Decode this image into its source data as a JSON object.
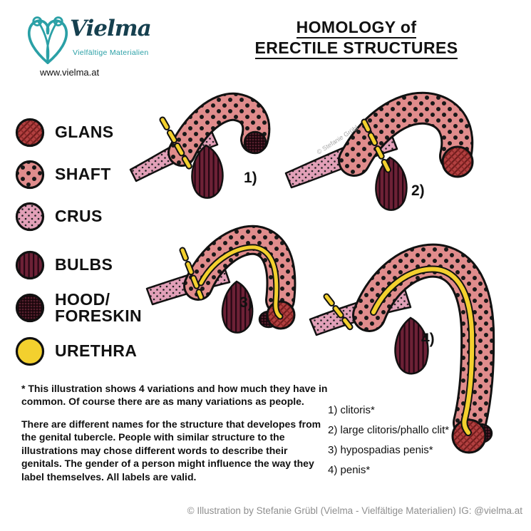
{
  "brand": {
    "name": "Vielma",
    "tagline": "Vielfältige Materialien",
    "url": "www.vielma.at"
  },
  "title": {
    "line1": "HOMOLOGY of",
    "line2": "ERECTILE STRUCTURES"
  },
  "legend": {
    "items": [
      {
        "id": "glans",
        "label": "GLANS"
      },
      {
        "id": "shaft",
        "label": "SHAFT"
      },
      {
        "id": "crus",
        "label": "CRUS"
      },
      {
        "id": "bulbs",
        "label": "BULBS"
      },
      {
        "id": "hood",
        "label": "HOOD/\nFORESKIN"
      },
      {
        "id": "urethra",
        "label": "URETHRA"
      }
    ]
  },
  "figures": [
    {
      "label": "1)"
    },
    {
      "label": "2)"
    },
    {
      "label": "3)"
    },
    {
      "label": "4)"
    }
  ],
  "watermark": "© Stefanie Grübl",
  "footnote": {
    "para1": "* This illustration shows 4 variations and how much they have in common. Of course there are as many variations as people.",
    "para2": "There are different names for the structure that developes from the genital tubercle. People with similar structure to the illustrations may chose different words to describe their genitals. The gender of a person might influence the way they label themselves. All labels are valid."
  },
  "variant_list": [
    "1) clitoris*",
    "2) large clitoris/phallo clit*",
    "3) hypospadias penis*",
    "4) penis*"
  ],
  "credit": "© Illustration by Stefanie Grübl (Vielma - Vielfältige Materialien) IG: @vielma.at",
  "colors": {
    "brand_teal": "#2aa0a6",
    "shaft_base": "#e08c8c",
    "crus_base": "#e2a0b8",
    "bulb_base": "#6d2136",
    "glans_base": "#b24040",
    "hood_base": "#57202e",
    "urethra": "#f3d02e",
    "outline": "#111111",
    "credit_gray": "#8f8f8f"
  }
}
